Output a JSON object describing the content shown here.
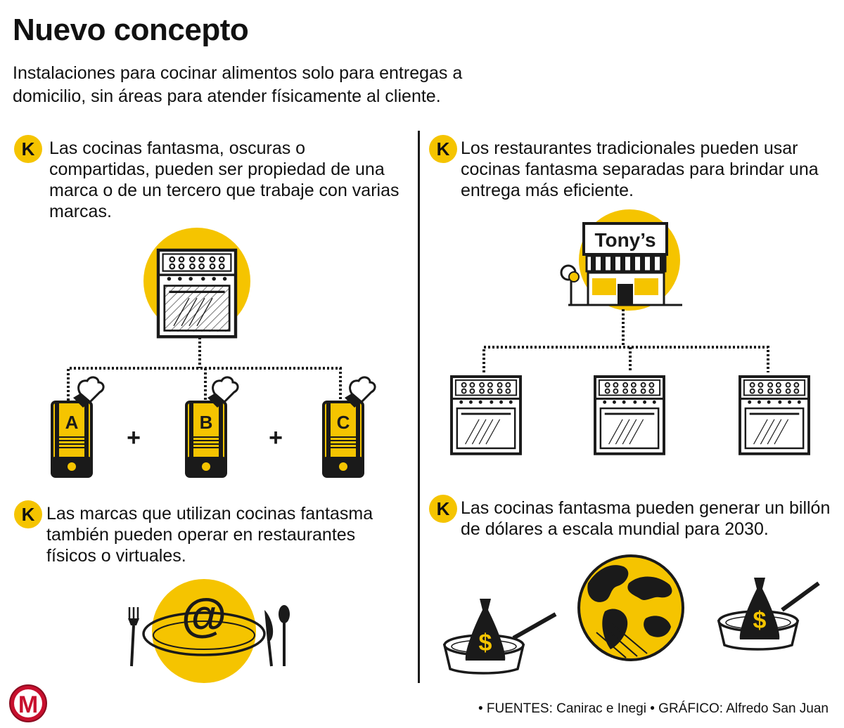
{
  "header": {
    "title": "Nuevo concepto",
    "subtitle": "Instalaciones para cocinar alimentos solo para entregas a domicilio, sin áreas para atender físicamente al cliente."
  },
  "badge_letter": "K",
  "points": [
    {
      "text": "Las cocinas fantasma, oscuras o compartidas, pueden ser propiedad de una marca o de un tercero que trabaje con varias marcas."
    },
    {
      "text": "Los restaurantes tradicionales pueden usar cocinas fantasma separadas para brindar una entrega más eficiente."
    },
    {
      "text": "Las marcas que utilizan cocinas fantasma también pueden operar en restaurantes físicos o virtuales."
    },
    {
      "text": "Las cocinas fantasma pueden generar un billón de dólares a escala mundial para 2030."
    }
  ],
  "illustrations": {
    "brands": [
      "A",
      "B",
      "C"
    ],
    "plus": "+",
    "restaurant_sign": "Tony’s",
    "at_symbol": "@",
    "dollar": "$"
  },
  "footer": {
    "sources": "• FUENTES: Canirac e Inegi • GRÁFICO: Alfredo San Juan",
    "logo_letter": "M"
  },
  "colors": {
    "accent": "#f5c400",
    "ink": "#1a1a1a",
    "logo_red": "#c8102e"
  }
}
